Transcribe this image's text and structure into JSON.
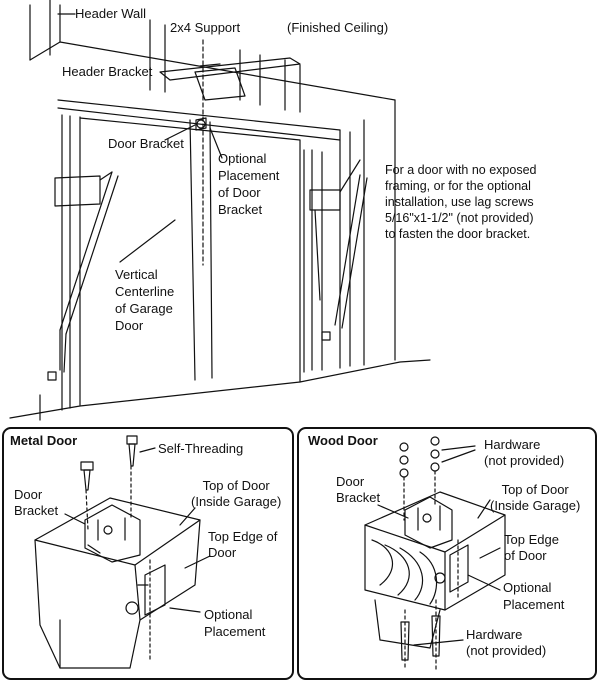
{
  "top_illustration": {
    "labels": {
      "header_wall": "Header Wall",
      "support_2x4": "2x4 Support",
      "finished_ceiling": "(Finished Ceiling)",
      "header_bracket": "Header Bracket",
      "door_bracket": "Door Bracket",
      "optional_placement": [
        "Optional",
        "Placement",
        "of Door",
        "Bracket"
      ],
      "vertical_centerline": [
        "Vertical",
        "Centerline",
        "of Garage",
        "Door"
      ]
    },
    "note": [
      "For a door with no exposed",
      "framing, or for the optional",
      "installation, use lag screws",
      "5/16\"x1-1/2\" (not provided)",
      "to fasten the door bracket."
    ]
  },
  "metal_panel": {
    "title": "Metal Door",
    "labels": {
      "self_threading": "Self-Threading",
      "door_bracket": [
        "Door",
        "Bracket"
      ],
      "top_of_door": [
        "Top of Door",
        "(Inside Garage)"
      ],
      "top_edge": [
        "Top Edge of",
        "Door"
      ],
      "optional_placement": [
        "Optional",
        "Placement"
      ]
    }
  },
  "wood_panel": {
    "title": "Wood Door",
    "labels": {
      "hardware_top": [
        "Hardware",
        "(not provided)"
      ],
      "door_bracket": [
        "Door",
        "Bracket"
      ],
      "top_of_door": [
        "Top of Door",
        "(Inside Garage)"
      ],
      "top_edge": [
        "Top Edge",
        "of Door"
      ],
      "optional_placement": [
        "Optional",
        "Placement"
      ],
      "hardware_bottom": [
        "Hardware",
        "(not provided)"
      ]
    }
  }
}
